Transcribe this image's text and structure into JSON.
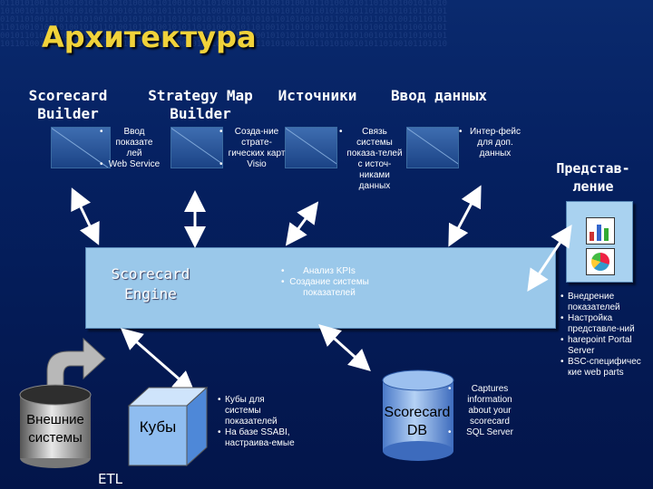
{
  "title": "Архитектура",
  "headers": {
    "scorecard_builder": "Scorecard\nBuilder",
    "strategy_map_builder": "Strategy Map\nBuilder",
    "sources": "Источники",
    "data_entry": "Ввод данных"
  },
  "bullets": {
    "scorecard_builder": [
      "Ввод показате лей",
      "Web Service"
    ],
    "strategy_map": [
      "Созда-ние страте-гических карт",
      "Visio"
    ],
    "sources": [
      "Связь системы показа-телей с источ-никами данных"
    ],
    "data_entry": [
      "Интер-фейс для доп. данных"
    ],
    "engine": [
      "Анализ KPIs",
      "Создание системы показателей"
    ],
    "cubes": [
      "Кубы для системы показателей",
      "На базе SSABI, настраива-емые"
    ],
    "db": [
      "Captures information about your scorecard",
      "SQL Server"
    ],
    "presentation": [
      "Внедрение показателей",
      "Настройка представле-ний",
      "harepoint Portal Server",
      "BSC-специфичес кие web parts"
    ]
  },
  "engine_label": "Scorecard\nEngine",
  "presentation_label": "Представ-\nление",
  "external_label": "Внешние\nсистемы",
  "cubes_label": "Кубы",
  "db_label": "Scorecard\nDB",
  "etl_label": "ETL",
  "colors": {
    "title": "#f0d23a",
    "panel": "#9ac8ea",
    "background": "#06184a"
  }
}
